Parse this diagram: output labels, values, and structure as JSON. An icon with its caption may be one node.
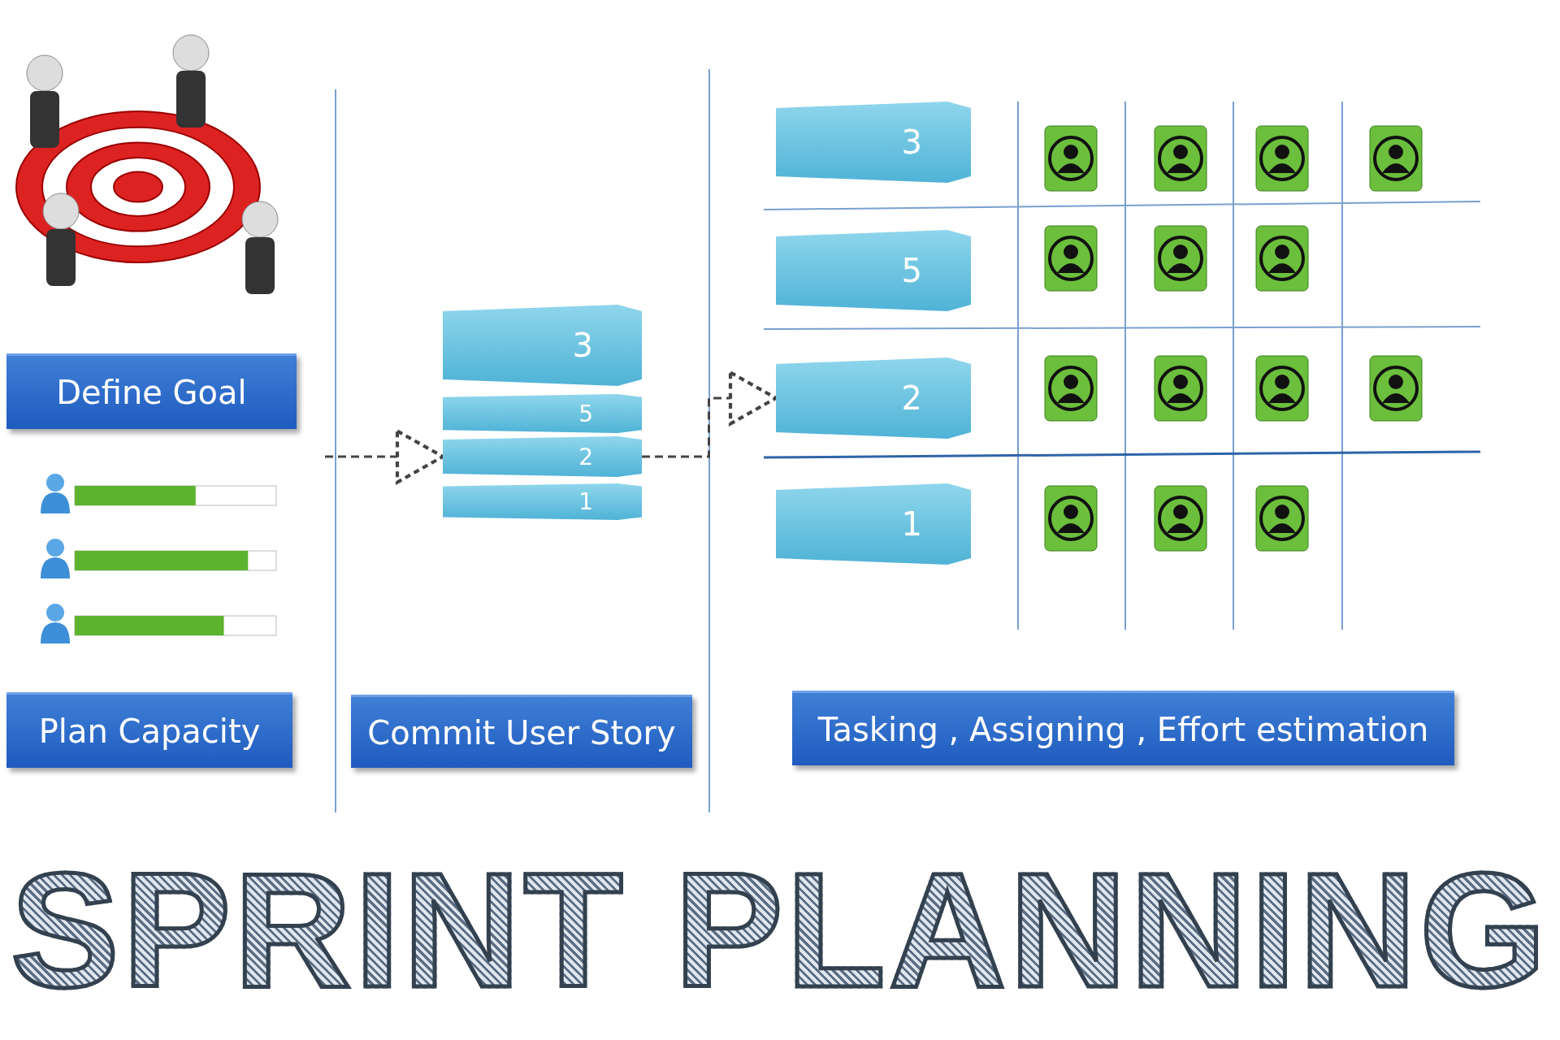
{
  "diagram": {
    "title": "SPRINT PLANNING",
    "nodes": [
      {
        "text": [
          "Define Goal"
        ]
      },
      {
        "text": [
          "Plan Capacity"
        ]
      },
      {
        "text": [
          "Commit User Story"
        ]
      },
      {
        "text": [
          "3"
        ]
      },
      {
        "text": [
          "5"
        ]
      },
      {
        "text": [
          "2"
        ]
      },
      {
        "text": [
          "1"
        ]
      },
      {
        "text": [
          "Tasking , Assigning , Effort estimation"
        ]
      },
      {
        "text": [
          "3"
        ]
      },
      {
        "text": [
          "5"
        ]
      },
      {
        "text": [
          "2"
        ]
      },
      {
        "text": [
          "1"
        ]
      }
    ],
    "edges": [
      {
        "from": null,
        "to": 5,
        "arrow": "to",
        "style": "dashed"
      },
      {
        "from": 5,
        "to": 10,
        "arrow": "to",
        "style": "dashed"
      }
    ]
  }
}
